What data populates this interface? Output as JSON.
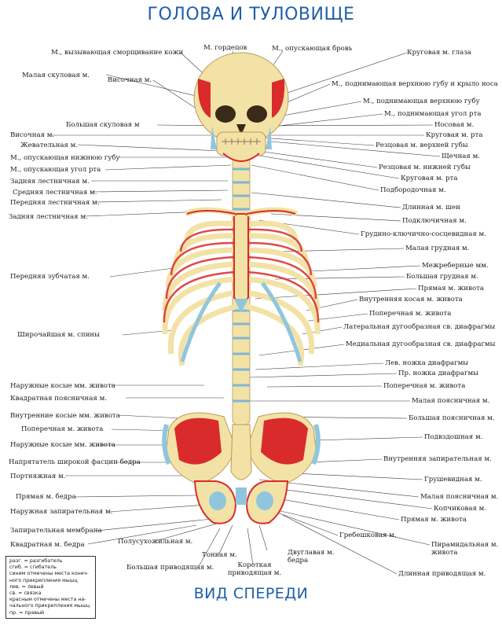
{
  "title": "ГОЛОВА И ТУЛОВИЩЕ",
  "view_title": "ВИД СПЕРЕДИ",
  "colors": {
    "title": "#1f5fa8",
    "bone": "#f3e2a6",
    "muscle_origin": "#d92b2b",
    "ligament": "#8fc6dd",
    "insertion": "#7fb6d6"
  },
  "labels_left": [
    "М., вызывающая сморщивание кожи",
    "Малая скуловая м.",
    "Височная м.",
    "Большая скуловая м",
    "Височная м.",
    "Жевательная м.",
    "М., опускающая нижнюю губу",
    "М., опускающая угол рта",
    "Задняя лестничная м.",
    "Средняя лестничная м.",
    "Передняя лестничная м.",
    "Задняя лестничная м.",
    "Передняя зубчатая м.",
    "Широчайшая м. спины",
    "Наружные косые мм. живота",
    "Квадратная поясничная м.",
    "Внутренние косые мм. живота",
    "Поперечная м. живота",
    "Наружные косые мм. живота",
    "Напрятатель широкой фасции бедра",
    "Портняжная м.",
    "Прямая м. бедра",
    "Наружная запирательная м.",
    "Запирательная мембрана",
    "Квадратная м. бедра",
    "Полусухожильная м."
  ],
  "labels_top": [
    "М. гордецов",
    "М., опускающая бровь"
  ],
  "labels_right": [
    "Круговая м. глаза",
    "М., поднимающая верхнюю губу и крыло носа",
    "М., поднимающая верхнюю губу",
    "М., поднимающая угол рта",
    "Носовая м.",
    "Круговая м. рта",
    "Резцовая м. верхней губы",
    "Щечная м.",
    "Резцовая м. нижней губы",
    "Круговая м. рта",
    "Подбородочная м.",
    "Длинная м. шеи",
    "Подключичная м.",
    "Грудино-ключично-сосцевидная м.",
    "Малая грудная м.",
    "Межреберные мм.",
    "Большая грудная м.",
    "Прямая м. живота",
    "Внутренняя косая м. живота",
    "Поперечная м. живота",
    "Латеральная дугообразная св. диафрагмы",
    "Медиальная дугообразная св. диафрагмы",
    "Лев. ножка диафрагмы",
    "Пр. ножка диафрагмы",
    "Поперечная м. живота",
    "Малая поясничная м.",
    "Большая поясничная м.",
    "Подвздошная м.",
    "Внутренняя запирательная м.",
    "Грушевидная м.",
    "Малая поясничная м.",
    "Копчиковая м.",
    "Прямая м. живота",
    "Гребешковая м.",
    "Пирамидальная м. живота",
    "Длинная приводящая м."
  ],
  "labels_bottom": [
    "Тонкая м.",
    "Двуглавая м. бедра",
    "Большая приводящая м.",
    "Короткая приводящая м."
  ],
  "legend": [
    "разг. = разгибатель",
    "сгиб. = сгибатель",
    "синим отмечены места конеч-",
    "ного прикрепления мышц",
    "лев. = левый",
    "св. = связка",
    "красным отмечены места на-",
    "чального прикрепления мышц",
    "пр. = правый"
  ]
}
